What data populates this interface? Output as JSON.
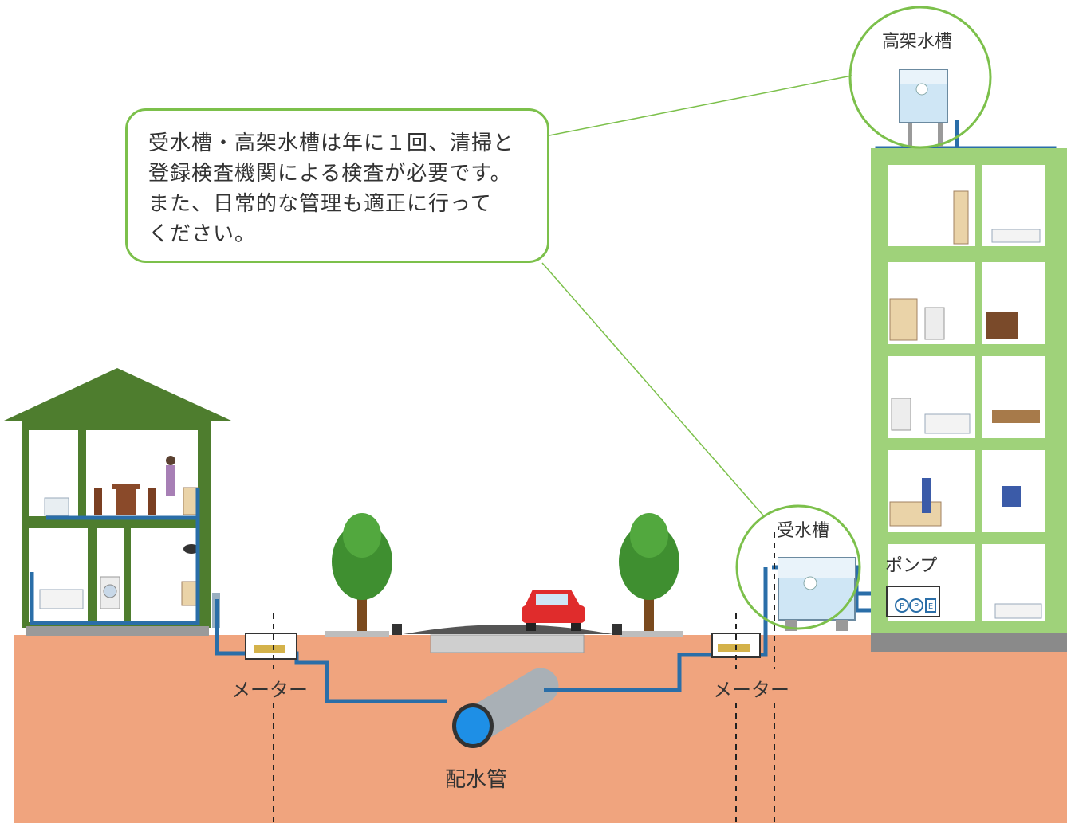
{
  "callout": {
    "lines": [
      "受水槽・高架水槽は年に１回、清掃と",
      "登録検査機関による検査が必要です。",
      "また、日常的な管理も適正に行って",
      "ください。"
    ]
  },
  "labels": {
    "elevated_tank": "高架水槽",
    "receiving_tank": "受水槽",
    "pump": "ポンプ",
    "meter_left": "メーター",
    "meter_right": "メーター",
    "main_pipe": "配水管",
    "pump_badges": [
      "P",
      "P",
      "E"
    ]
  },
  "colors": {
    "ground": "#f0a47e",
    "pipe": "#2a6ea8",
    "house": "#4e7d2e",
    "building": "#9fd27a",
    "highlight": "#7cc04b",
    "water": "#cfe6f5"
  }
}
